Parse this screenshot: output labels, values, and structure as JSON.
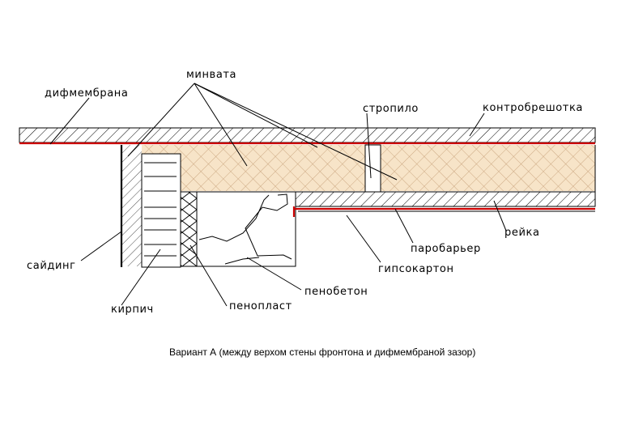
{
  "labels": {
    "minvata": "минвата",
    "difmembrana": "дифмембрана",
    "stropilo": "стропило",
    "kontrobreshotka": "контробрешотка",
    "reika": "рейка",
    "paroberer": "паробарьер",
    "gipsokarton": "гипсокартон",
    "saiding": "сайдинг",
    "penobeton": "пенобетон",
    "kirpich": "кирпич",
    "penoplast": "пенопласт"
  },
  "caption": "Вариант А (между верхом стены фронтона и дифмембраной зазор)",
  "colors": {
    "membrane": "#cc0000",
    "insulation": "#f7e4c8",
    "line": "#000000",
    "background": "#ffffff"
  }
}
